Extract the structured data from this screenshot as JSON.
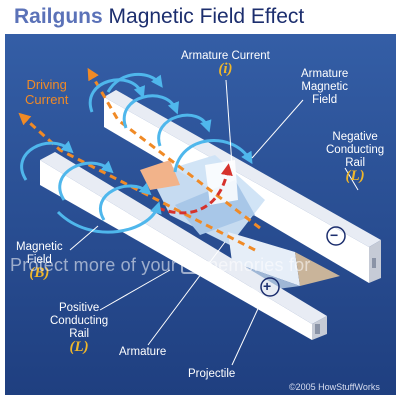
{
  "title": {
    "bold": "Railguns",
    "rest": " Magnetic Field Effect"
  },
  "labels": {
    "driving_current": [
      "Driving",
      "Current"
    ],
    "armature_current": "Armature Current",
    "armature_current_symbol": "(i)",
    "armature_magnetic_field": [
      "Armature",
      "Magnetic",
      "Field"
    ],
    "negative_rail": [
      "Negative",
      "Conducting",
      "Rail"
    ],
    "negative_rail_symbol": "(L)",
    "magnetic_field": [
      "Magnetic",
      "Field"
    ],
    "magnetic_field_symbol": "(B)",
    "positive_rail": [
      "Positive",
      "Conducting",
      "Rail"
    ],
    "positive_rail_symbol": "(L)",
    "armature": "Armature",
    "projectile": "Projectile"
  },
  "rail_signs": {
    "negative": "−",
    "positive": "+"
  },
  "copyright": "©2005 HowStuffWorks",
  "watermark": {
    "before": "Protect more of your",
    "after": "memories for"
  },
  "colors": {
    "background": "#2a4e93",
    "rail_face": "#ffffff",
    "field_loops": "#4fb7ec",
    "driving_current": "#f08a26",
    "armature_current": "#d6322c",
    "label_symbol": "#f0b72a",
    "title_blue": "#1c2e6e"
  }
}
